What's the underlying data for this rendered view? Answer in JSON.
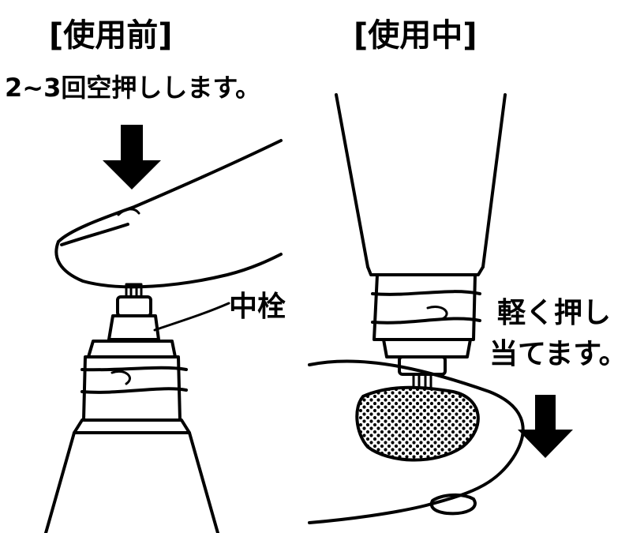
{
  "left_panel": {
    "heading": "[使用前]",
    "instruction": "2~3回空押しします。",
    "callout": "中栓"
  },
  "right_panel": {
    "heading": "[使用中]",
    "instruction_line1": "軽く押し",
    "instruction_line2": "当てます。"
  }
}
